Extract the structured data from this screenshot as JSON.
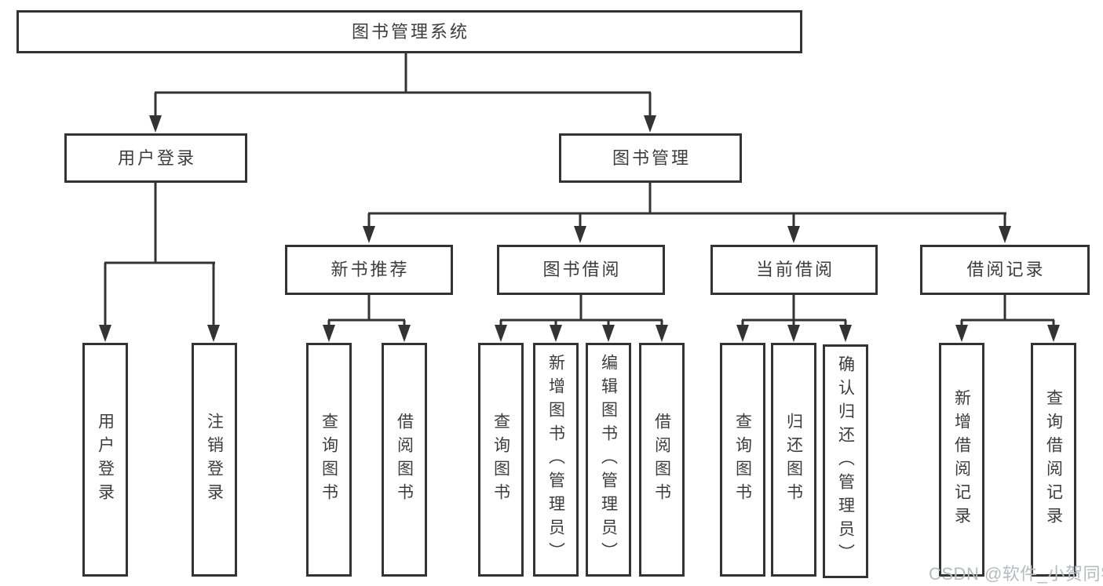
{
  "tree": {
    "root": {
      "label": "图书管理系统",
      "children": [
        {
          "label": "用户登录",
          "children": [
            {
              "label": "用户登录"
            },
            {
              "label": "注销登录"
            }
          ]
        },
        {
          "label": "图书管理",
          "children": [
            {
              "label": "新书推荐",
              "children": [
                {
                  "label": "查询图书"
                },
                {
                  "label": "借阅图书"
                }
              ]
            },
            {
              "label": "图书借阅",
              "children": [
                {
                  "label": "查询图书"
                },
                {
                  "label": "新增图书（管理员）"
                },
                {
                  "label": "编辑图书（管理员）"
                },
                {
                  "label": "借阅图书"
                }
              ]
            },
            {
              "label": "当前借阅",
              "children": [
                {
                  "label": "查询图书"
                },
                {
                  "label": "归还图书"
                },
                {
                  "label": "确认归还（管理员）"
                }
              ]
            },
            {
              "label": "借阅记录",
              "children": [
                {
                  "label": "新增借阅记录"
                },
                {
                  "label": "查询借阅记录"
                }
              ]
            }
          ]
        }
      ]
    }
  },
  "watermark": {
    "text": "CSDN @软件_小贺同学"
  },
  "colors": {
    "line": "#333333",
    "text": "#3d3d3d",
    "watermark": "#b7babe",
    "background": "#ffffff"
  }
}
